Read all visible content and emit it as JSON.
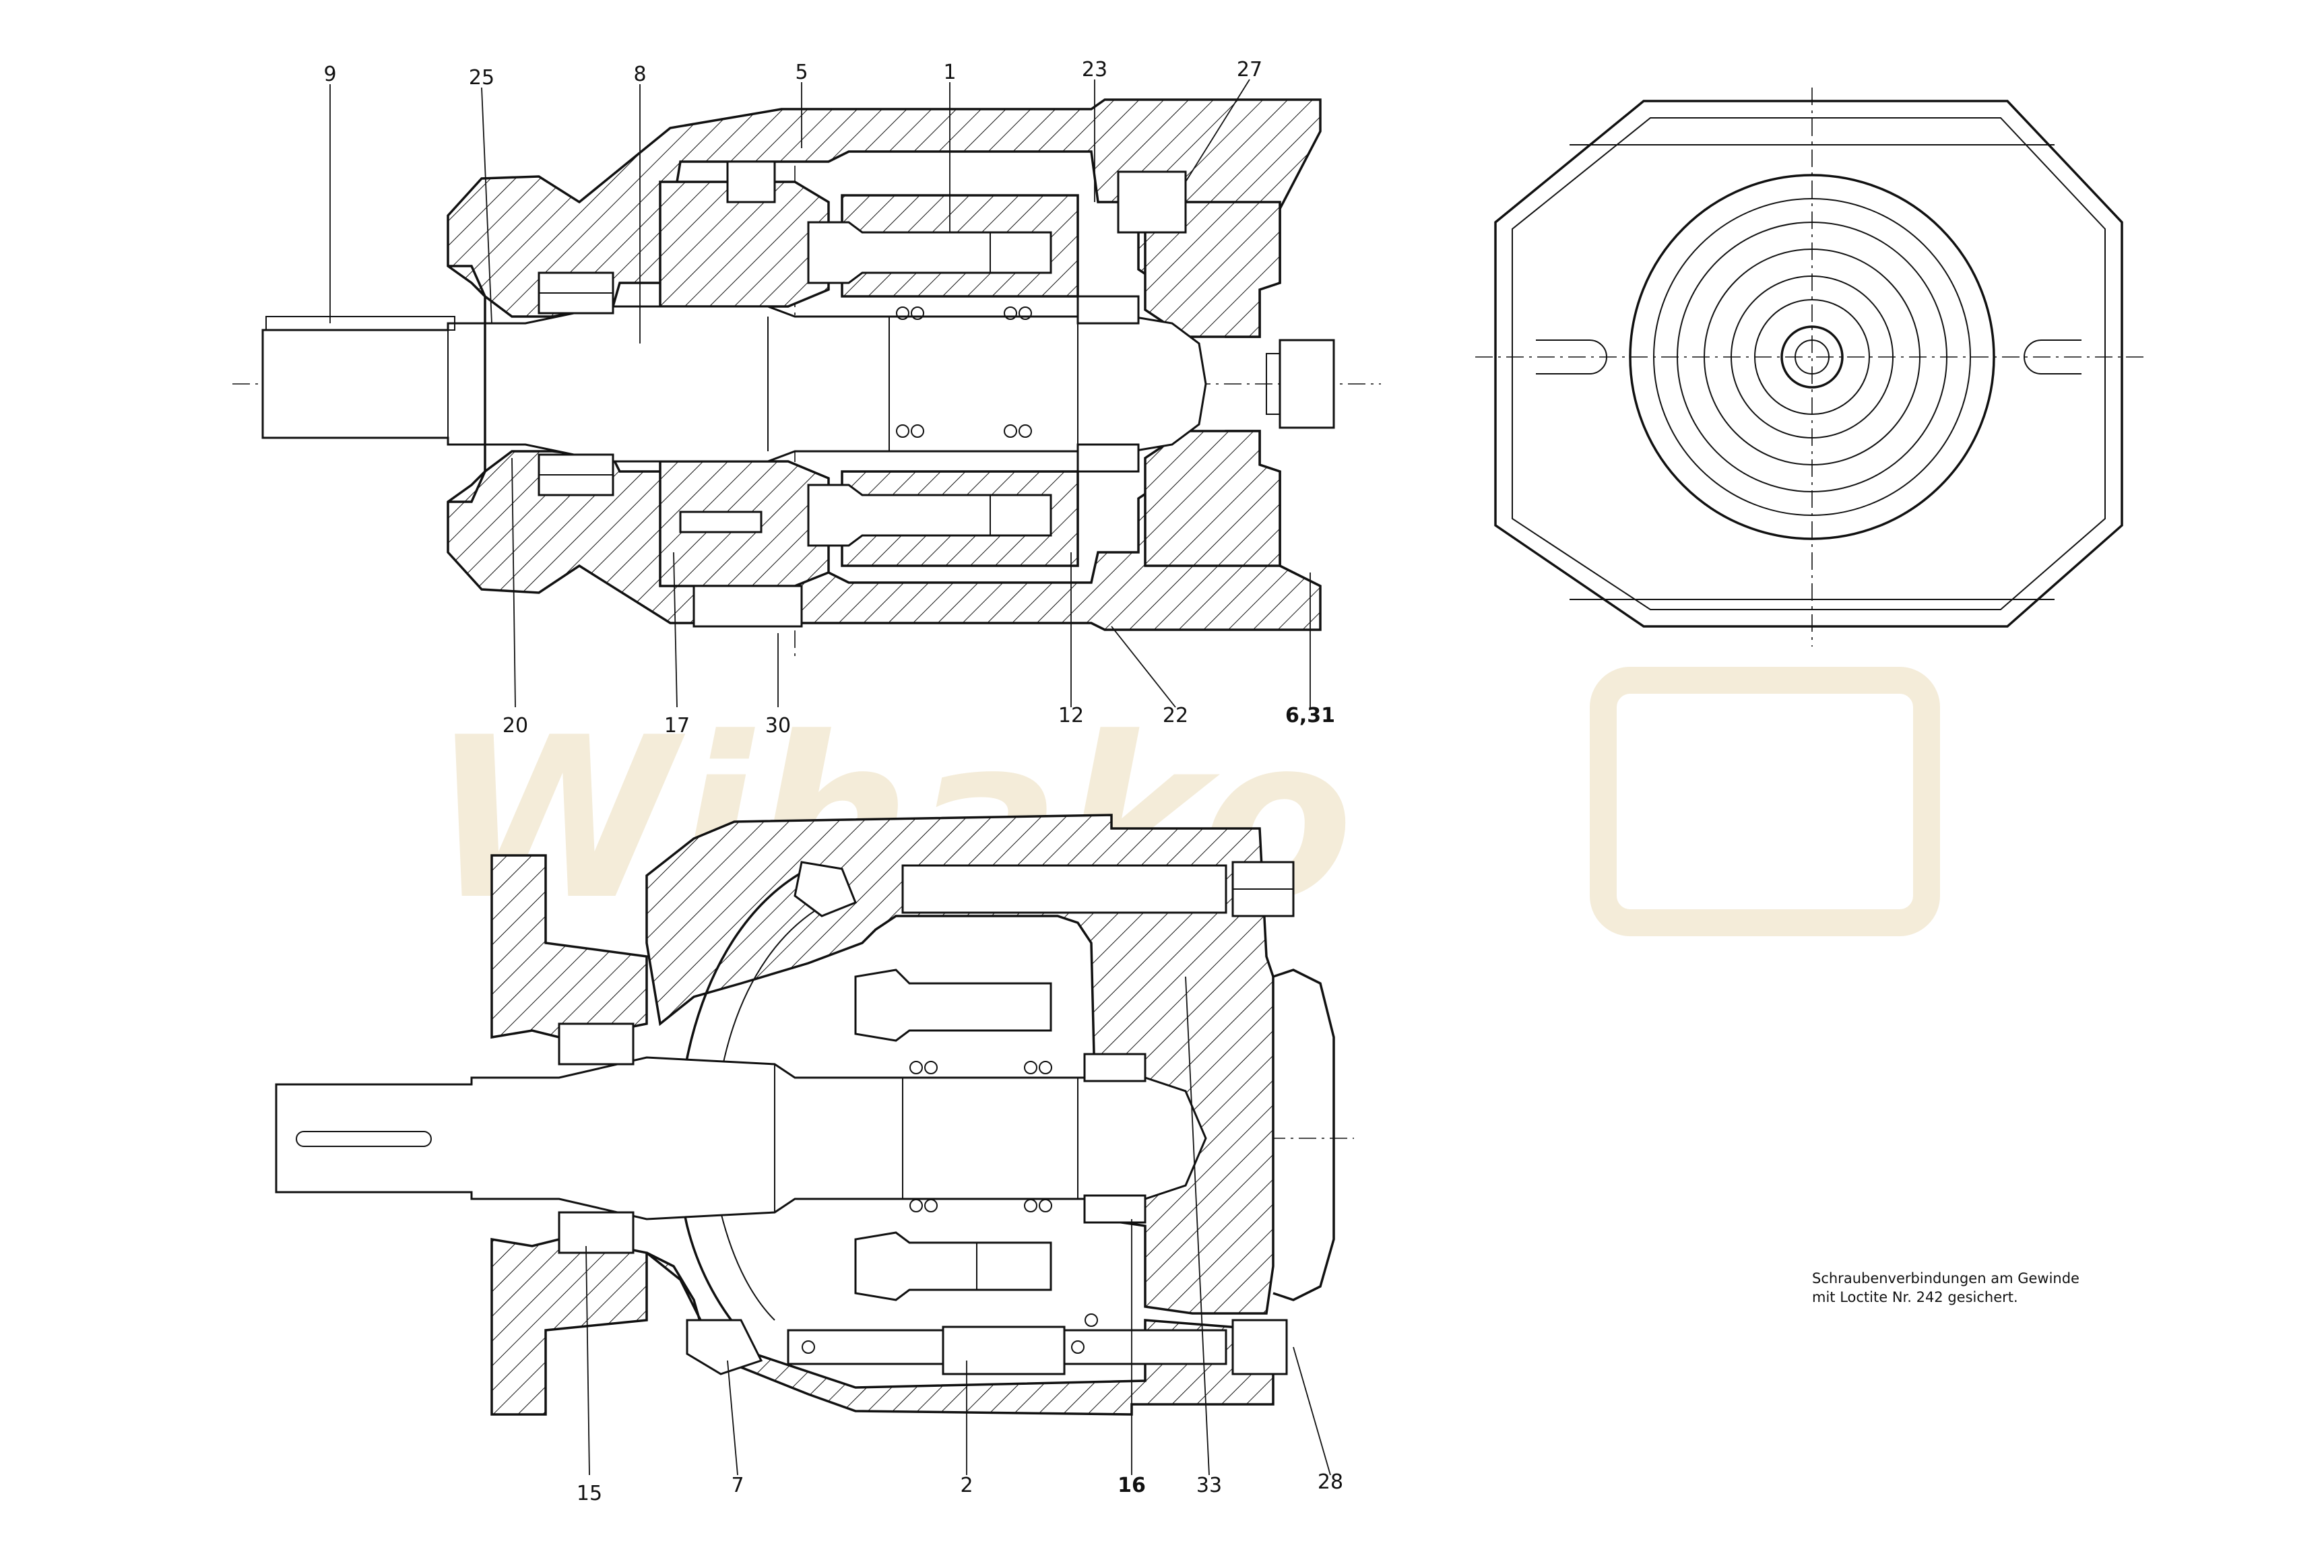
{
  "watermark": {
    "text": "Wihako",
    "color": "#f4ecd9"
  },
  "callouts": {
    "c9": "9",
    "c25": "25",
    "c8": "8",
    "c5": "5",
    "c1": "1",
    "c23": "23",
    "c27": "27",
    "c20": "20",
    "c17": "17",
    "c30": "30",
    "c12": "12",
    "c22": "22",
    "c6_31": "6,31",
    "c15": "15",
    "c7": "7",
    "c2": "2",
    "c16": "16",
    "c33": "33",
    "c28": "28"
  },
  "note": {
    "line1": "Schraubenverbindungen am Gewinde",
    "line2": "mit Loctite Nr. 242 gesichert."
  }
}
